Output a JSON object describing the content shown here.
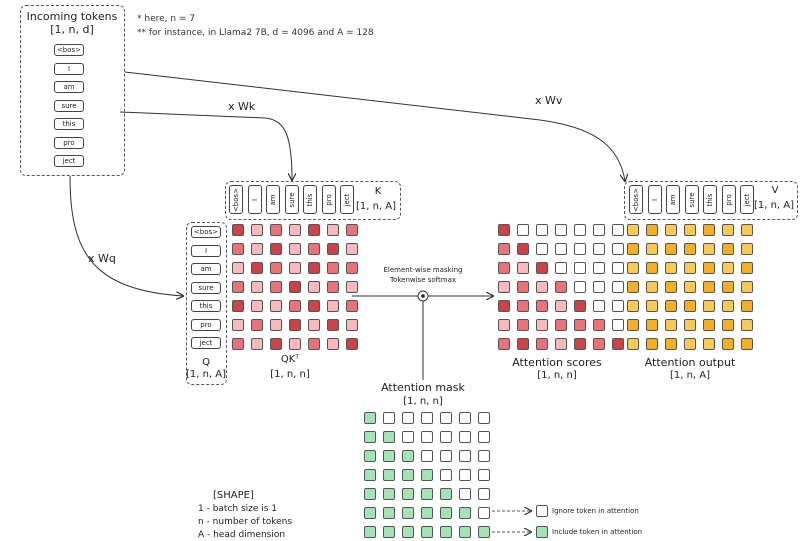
{
  "notes": {
    "line1": "* here, n = 7",
    "line2": "** for instance, in Llama2 7B, d = 4096 and A = 128"
  },
  "incoming": {
    "title": "Incoming tokens",
    "shape": "[1, n, d]"
  },
  "tokens": [
    "<bos>",
    "I",
    "am",
    "sure",
    "this",
    "pro",
    "ject"
  ],
  "arrows": {
    "wq": "x Wq",
    "wk": "x Wk",
    "wv": "x Wv"
  },
  "k": {
    "label": "K",
    "shape": "[1, n, A]"
  },
  "v": {
    "label": "V",
    "shape": "[1, n, A]"
  },
  "q": {
    "label": "Q",
    "shape": "[1, n, A]"
  },
  "qk": {
    "label": "QKᵀ",
    "shape": "[1, n, n]"
  },
  "op": {
    "line1": "Element-wise masking",
    "line2": "Tokenwise softmax"
  },
  "scores": {
    "label": "Attention scores",
    "shape": "[1, n, n]"
  },
  "output": {
    "label": "Attention output",
    "shape": "[1, n, A]"
  },
  "mask": {
    "label": "Attention mask",
    "shape": "[1, n, n]"
  },
  "legend": {
    "ignore": "Ignore token in attention",
    "include": "Include token in attention"
  },
  "shape_legend": {
    "title": "[SHAPE]",
    "l1": "1 - batch size is 1",
    "l2": "n - number of tokens",
    "l3": "A - head dimension"
  },
  "colors": {
    "red_dark": "#c9434b",
    "red_mid": "#e9737b",
    "red_light": "#f6b9bd",
    "yellow_dark": "#f2b02a",
    "yellow_mid": "#f7c95a",
    "yellow_light": "#fbe08f",
    "green": "#a5e3b6"
  },
  "qk_matrix": [
    [
      3,
      1,
      2,
      1,
      3,
      1,
      2
    ],
    [
      2,
      1,
      3,
      1,
      2,
      3,
      1
    ],
    [
      1,
      3,
      2,
      1,
      3,
      2,
      2
    ],
    [
      2,
      1,
      2,
      3,
      1,
      2,
      1
    ],
    [
      3,
      1,
      1,
      2,
      3,
      1,
      2
    ],
    [
      1,
      2,
      1,
      3,
      1,
      3,
      1
    ],
    [
      2,
      1,
      3,
      1,
      2,
      1,
      3
    ]
  ],
  "score_matrix": [
    [
      3,
      0,
      0,
      0,
      0,
      0,
      0
    ],
    [
      2,
      3,
      0,
      0,
      0,
      0,
      0
    ],
    [
      2,
      1,
      3,
      0,
      0,
      0,
      0
    ],
    [
      1,
      2,
      1,
      2,
      0,
      0,
      0
    ],
    [
      3,
      2,
      2,
      1,
      3,
      0,
      0
    ],
    [
      1,
      2,
      1,
      2,
      2,
      2,
      0
    ],
    [
      2,
      3,
      2,
      1,
      3,
      2,
      3
    ]
  ],
  "output_matrix": [
    [
      2,
      3,
      2,
      2,
      3,
      2,
      2
    ],
    [
      3,
      2,
      3,
      3,
      2,
      3,
      2
    ],
    [
      2,
      3,
      2,
      2,
      3,
      2,
      3
    ],
    [
      3,
      2,
      3,
      2,
      3,
      3,
      2
    ],
    [
      2,
      2,
      3,
      3,
      2,
      2,
      3
    ],
    [
      3,
      3,
      2,
      2,
      3,
      3,
      2
    ],
    [
      2,
      3,
      3,
      2,
      2,
      3,
      3
    ]
  ],
  "mask_matrix": [
    [
      1,
      0,
      0,
      0,
      0,
      0,
      0
    ],
    [
      1,
      1,
      0,
      0,
      0,
      0,
      0
    ],
    [
      1,
      1,
      1,
      0,
      0,
      0,
      0
    ],
    [
      1,
      1,
      1,
      1,
      0,
      0,
      0
    ],
    [
      1,
      1,
      1,
      1,
      1,
      0,
      0
    ],
    [
      1,
      1,
      1,
      1,
      1,
      1,
      0
    ],
    [
      1,
      1,
      1,
      1,
      1,
      1,
      1
    ]
  ]
}
